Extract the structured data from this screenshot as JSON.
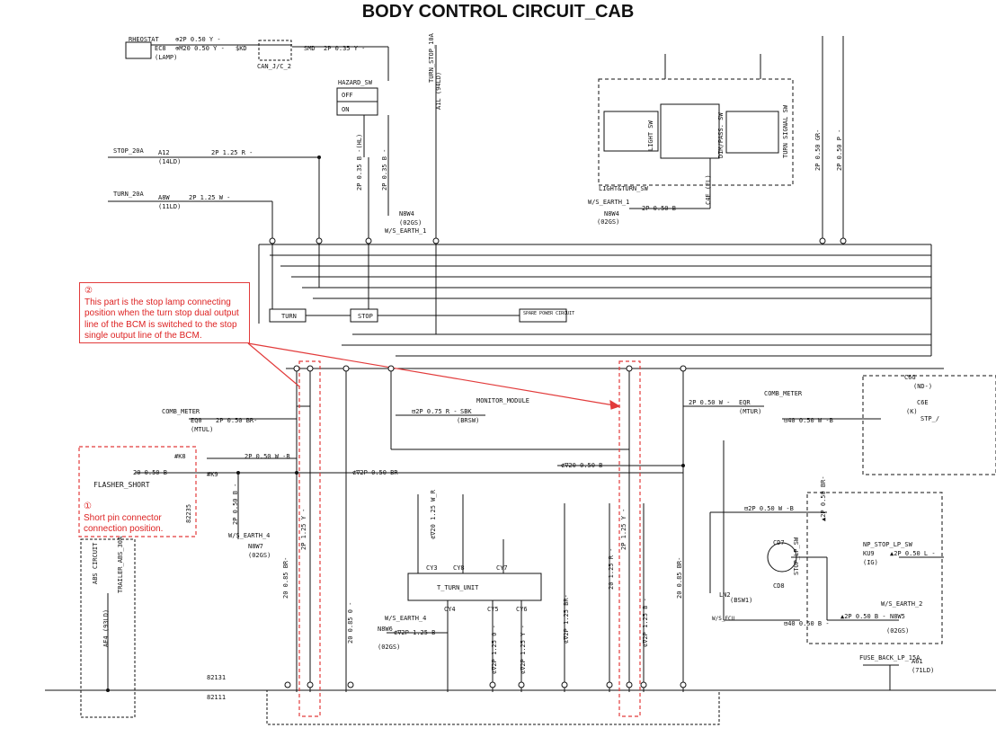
{
  "page": {
    "title": "BODY CONTROL CIRCUIT_CAB"
  },
  "notes": {
    "n1": {
      "number": "①",
      "text": "Short pin connector connection position."
    },
    "n2": {
      "number": "②",
      "text": "This part is the stop lamp connecting position when the turn stop dual output line of the BCM is switched to the stop single output line of the BCM."
    }
  },
  "labels": {
    "rheostat": "RHEOSTAT",
    "ec8": "EC8",
    "lamp": "(LAMP)",
    "w1": "⊕2P 0.50 Y -",
    "w2": "⊕M20 0.50 Y -",
    "skd": "$KD",
    "smd": "SMD",
    "w3": "2P 0.35 Y -",
    "can": "CAN_J/C_2",
    "hazard": "HAZARD_SW",
    "off": "OFF",
    "on": "ON",
    "turnstop": "TURN_STOP_10A",
    "a1l": "A1L (94LD)",
    "stop20": "STOP_20A",
    "a12": "A12",
    "a12c": "(14LD)",
    "w4": "2P 1.25 R -",
    "turn20": "TURN_20A",
    "a8w": "A8W",
    "a8wc": "(11LD)",
    "w5": "2P 1.25 W -",
    "w6": "2P 0.35 B -(HL)",
    "w7": "2P 0.35 B -",
    "n8w4": "N8W4",
    "n8w4c": "(02GS)",
    "wsearth1": "W/S_EARTH_1",
    "lightsw": "LIGHT SW",
    "dimsw": "DIM/PASS. SW",
    "tsw": "TURN SIGNAL SW",
    "lturn": "LIGHT&TURN_SW",
    "w8": "2P 0.50 B -",
    "wse1": "W/S_EARTH_1",
    "n8w4b": "N8W4",
    "c02": "(02GS)",
    "c4e": "C4E (EL)",
    "w9": "2P 0.50 GR-",
    "w10": "2P 0.50 P -",
    "turn": "TURN",
    "stop": "STOP",
    "spare": "SPARE POWER CIRCUIT",
    "combmeter1": "COMB_METER",
    "eq0": "EQ0",
    "mtul": "(MTUL)",
    "w11": "2P 0.50 BR-",
    "monitor": "MONITOR_MODULE",
    "w12": "⊟2P 0.75 R -",
    "sbk": "SBK",
    "brsw": "(BRSW)",
    "combmeter2": "COMB_METER",
    "eqr": "EQR",
    "mtur": "(MTUR)",
    "w13": "2P 0.50 W -",
    "k8": "#K8",
    "k9": "#K9",
    "w14": "2P 0.50 W -B",
    "w15": "20 0.50 B -",
    "w16": "⊄∇2P 0.50 BR-",
    "w17": "⊄∇20 0.50 B -",
    "flasher": "FLASHER_SHORT",
    "w18": "2P 0.50 B -",
    "wse4": "W/S_EARTH_4",
    "n8w7": "N8W7",
    "c02b": "(02GS)",
    "w19": "2P 1.25 Y -",
    "w20": "20 0.85 BR-",
    "abs": "ABS CIRCUIT",
    "trabs": "TRAILER_ABS_30A",
    "ae4": "AE4 (93LD)",
    "tturn": "T_TURN_UNIT",
    "cy3": "CY3",
    "cy8": "CY8",
    "cy7": "CY7",
    "cy4": "CY4",
    "cy5": "CY5",
    "cy6": "CY6",
    "w21": "⊄∇20 1.25 W_R",
    "wse4b": "W/S_EARTH_4",
    "n8w6": "N8W6",
    "c02c": "(02GS)",
    "w22": "⊄∇2P 1.25 B -",
    "w23": "20 0.85 0 -",
    "w24": "⊄∇2P 1.25 0 -",
    "w25": "⊄∇2P 1.25 Y -",
    "w26": "⊄∇2P 1.25 BR-",
    "w27": "20 1.25 R -",
    "w28": "⊄∇2P 1.25 B -",
    "w29": "2P 1.25 Y -",
    "w30": "20 0.85 BR-",
    "w31": "⊟2P 0.50 W -B",
    "w32": "⊟40 0.50 W -B",
    "wsecu": "W/S_ECU",
    "ln2": "LN2",
    "bsw1": "(BSW1)",
    "cd7": "CD7",
    "cd8": "CD8",
    "stoplp": "STOP_LP_SW",
    "w33": "▲2P 0.50 BR-",
    "npstop": "NP_STOP_LP_SW",
    "ku9": "KU9",
    "ig": "(IG)",
    "w34": "▲2P 0.50 L -",
    "w35": "▲2P 0.50 B -",
    "wse2": "W/S_EARTH_2",
    "n8w5": "N8W5",
    "c02d": "(02GS)",
    "w36": "⊟40 0.50 B -",
    "fuseback": "FUSE_BACK_LP_15A",
    "a61": "A61",
    "a61c": "(71LD)",
    "c82131": "82131",
    "c82111": "82111",
    "c6g": "C6G",
    "c6e": "C6E",
    "nd": "(ND-)",
    "k": "(K)",
    "stp": "STP_/"
  }
}
